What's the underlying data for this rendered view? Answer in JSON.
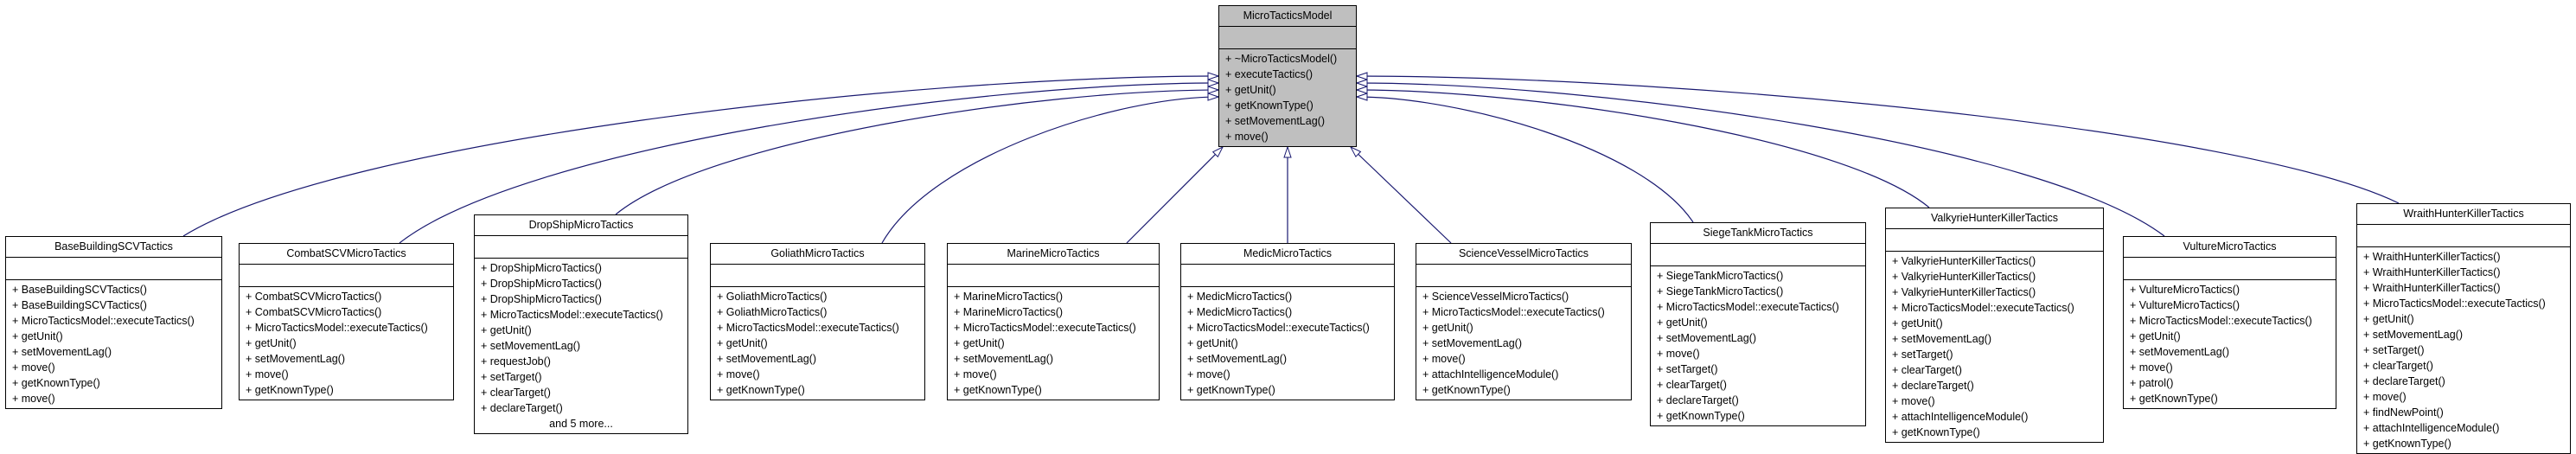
{
  "diagram": {
    "type": "uml-inheritance-graph",
    "root": {
      "name": "MicroTacticsModel",
      "methods": [
        "+ ~MicroTacticsModel()",
        "+ executeTactics()",
        "+ getUnit()",
        "+ getKnownType()",
        "+ setMovementLag()",
        "+ move()"
      ]
    },
    "children": [
      {
        "name": "BaseBuildingSCVTactics",
        "methods": [
          "+ BaseBuildingSCVTactics()",
          "+ BaseBuildingSCVTactics()",
          "+ MicroTacticsModel::executeTactics()",
          "+ getUnit()",
          "+ setMovementLag()",
          "+ move()",
          "+ getKnownType()",
          "+ move()"
        ]
      },
      {
        "name": "CombatSCVMicroTactics",
        "methods": [
          "+ CombatSCVMicroTactics()",
          "+ CombatSCVMicroTactics()",
          "+ MicroTacticsModel::executeTactics()",
          "+ getUnit()",
          "+ setMovementLag()",
          "+ move()",
          "+ getKnownType()"
        ]
      },
      {
        "name": "DropShipMicroTactics",
        "methods": [
          "+ DropShipMicroTactics()",
          "+ DropShipMicroTactics()",
          "+ DropShipMicroTactics()",
          "+ MicroTacticsModel::executeTactics()",
          "+ getUnit()",
          "+ setMovementLag()",
          "+ requestJob()",
          "+ setTarget()",
          "+ clearTarget()",
          "+ declareTarget()"
        ],
        "extra": "and 5 more..."
      },
      {
        "name": "GoliathMicroTactics",
        "methods": [
          "+ GoliathMicroTactics()",
          "+ GoliathMicroTactics()",
          "+ MicroTacticsModel::executeTactics()",
          "+ getUnit()",
          "+ setMovementLag()",
          "+ move()",
          "+ getKnownType()"
        ]
      },
      {
        "name": "MarineMicroTactics",
        "methods": [
          "+ MarineMicroTactics()",
          "+ MarineMicroTactics()",
          "+ MicroTacticsModel::executeTactics()",
          "+ getUnit()",
          "+ setMovementLag()",
          "+ move()",
          "+ getKnownType()"
        ]
      },
      {
        "name": "MedicMicroTactics",
        "methods": [
          "+ MedicMicroTactics()",
          "+ MedicMicroTactics()",
          "+ MicroTacticsModel::executeTactics()",
          "+ getUnit()",
          "+ setMovementLag()",
          "+ move()",
          "+ getKnownType()"
        ]
      },
      {
        "name": "ScienceVesselMicroTactics",
        "methods": [
          "+ ScienceVesselMicroTactics()",
          "+ MicroTacticsModel::executeTactics()",
          "+ getUnit()",
          "+ setMovementLag()",
          "+ move()",
          "+ attachIntelligenceModule()",
          "+ getKnownType()"
        ]
      },
      {
        "name": "SiegeTankMicroTactics",
        "methods": [
          "+ SiegeTankMicroTactics()",
          "+ SiegeTankMicroTactics()",
          "+ MicroTacticsModel::executeTactics()",
          "+ getUnit()",
          "+ setMovementLag()",
          "+ move()",
          "+ setTarget()",
          "+ clearTarget()",
          "+ declareTarget()",
          "+ getKnownType()"
        ]
      },
      {
        "name": "ValkyrieHunterKillerTactics",
        "methods": [
          "+ ValkyrieHunterKillerTactics()",
          "+ ValkyrieHunterKillerTactics()",
          "+ ValkyrieHunterKillerTactics()",
          "+ MicroTacticsModel::executeTactics()",
          "+ getUnit()",
          "+ setMovementLag()",
          "+ setTarget()",
          "+ clearTarget()",
          "+ declareTarget()",
          "+ move()",
          "+ attachIntelligenceModule()",
          "+ getKnownType()"
        ]
      },
      {
        "name": "VultureMicroTactics",
        "methods": [
          "+ VultureMicroTactics()",
          "+ VultureMicroTactics()",
          "+ MicroTacticsModel::executeTactics()",
          "+ getUnit()",
          "+ setMovementLag()",
          "+ move()",
          "+ patrol()",
          "+ getKnownType()"
        ]
      },
      {
        "name": "WraithHunterKillerTactics",
        "methods": [
          "+ WraithHunterKillerTactics()",
          "+ WraithHunterKillerTactics()",
          "+ WraithHunterKillerTactics()",
          "+ MicroTacticsModel::executeTactics()",
          "+ getUnit()",
          "+ setMovementLag()",
          "+ setTarget()",
          "+ clearTarget()",
          "+ declareTarget()",
          "+ move()",
          "+ findNewPoint()",
          "+ attachIntelligenceModule()",
          "+ getKnownType()"
        ]
      }
    ]
  },
  "colors": {
    "edge": "#191970",
    "root_fill": "#bfbfbf",
    "child_fill": "#ffffff",
    "border": "#000000"
  }
}
